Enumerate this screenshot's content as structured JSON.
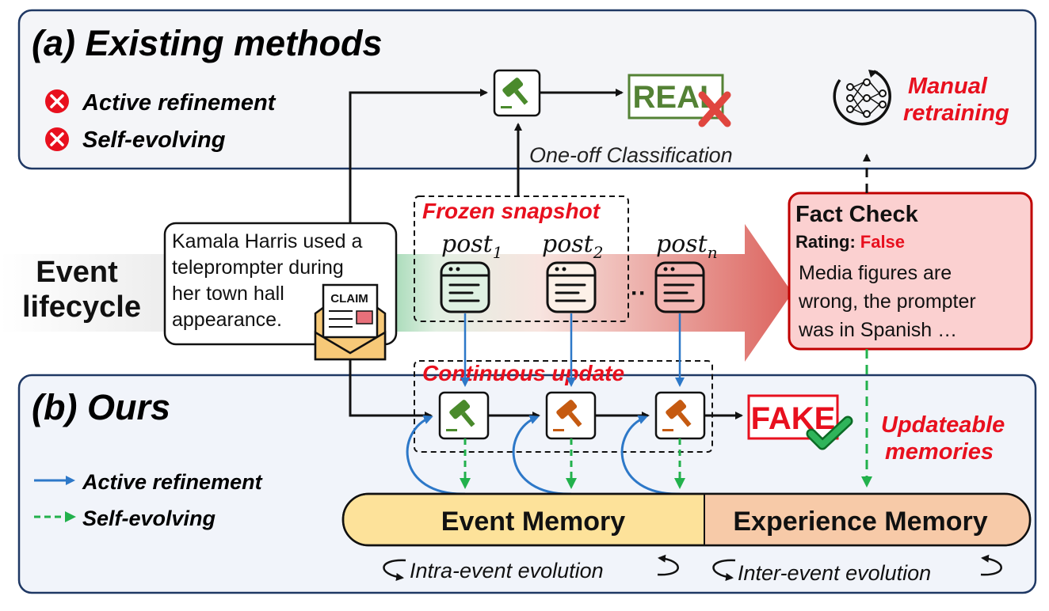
{
  "panel_a": {
    "title": "(a) Existing methods",
    "legend": [
      {
        "icon": "red-x-icon",
        "label": "Active refinement"
      },
      {
        "icon": "red-x-icon",
        "label": "Self-evolving"
      }
    ],
    "result_label": "REAL",
    "classification_label": "One-off Classification",
    "retrain_label_line1": "Manual",
    "retrain_label_line2": "retraining"
  },
  "middle": {
    "lifecycle_line1": "Event",
    "lifecycle_line2": "lifecycle",
    "claim_lines": [
      "Kamala Harris used a",
      "teleprompter during",
      "her town hall",
      "appearance."
    ],
    "claim_envelope_label": "CLAIM",
    "frozen_label": "Frozen snapshot",
    "posts": [
      {
        "base": "post",
        "sub": "1"
      },
      {
        "base": "post",
        "sub": "2"
      },
      {
        "base": "post",
        "sub": "n"
      }
    ],
    "ellipsis": "··",
    "fact_check": {
      "title": "Fact Check",
      "rating_label": "Rating:",
      "rating_value": "False",
      "body_lines": [
        "Media figures are",
        "wrong, the prompter",
        "was in Spanish …"
      ]
    }
  },
  "panel_b": {
    "title": "(b) Ours",
    "continuous_label": "Continuous update",
    "result_label": "FAKE",
    "updateable_line1": "Updateable",
    "updateable_line2": "memories",
    "legend": [
      {
        "style": "solid-blue-arrow",
        "label": "Active refinement"
      },
      {
        "style": "dashed-green-arrow",
        "label": "Self-evolving"
      }
    ],
    "event_memory_label": "Event Memory",
    "experience_memory_label": "Experience Memory",
    "intra_label": "Intra-event evolution",
    "inter_label": "Inter-event evolution"
  },
  "colors": {
    "red_accent": "#e8101e",
    "blue_arrow": "#2d78c8",
    "green_dashed": "#22b14c",
    "panel_bg": "#f4f5f8",
    "panel_b_bg": "#f1f4fa",
    "panel_border": "#1f3864",
    "real_green": "#548235",
    "judge_green": "#4a8a2c",
    "judge_orange": "#c55a11",
    "event_memory_fill": "#fde29a",
    "experience_memory_fill": "#f7caa8",
    "fact_check_fill": "#fbd0d0",
    "fact_check_border": "#c00000"
  }
}
